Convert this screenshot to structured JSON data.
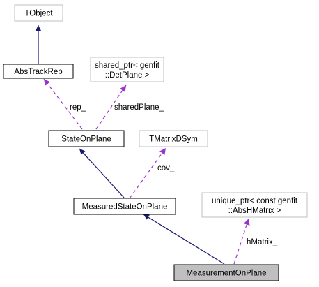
{
  "colors": {
    "inheritance": "#191970",
    "usage": "#9a32cd",
    "dark_border": "#000000",
    "gray_border": "#bfbfbf",
    "highlight_fill": "#bfbfbf"
  },
  "nodes": {
    "tobject": {
      "label": "TObject"
    },
    "abstrackrep": {
      "label": "AbsTrackRep"
    },
    "shared_ptr": {
      "line1": "shared_ptr< genfit",
      "line2": "::DetPlane >"
    },
    "stateonplane": {
      "label": "StateOnPlane"
    },
    "tmatrixdsym": {
      "label": "TMatrixDSym"
    },
    "measuredstate": {
      "label": "MeasuredStateOnPlane"
    },
    "unique_ptr": {
      "line1": "unique_ptr< const genfit",
      "line2": "::AbsHMatrix >"
    },
    "measurement": {
      "label": "MeasurementOnPlane"
    }
  },
  "edges": {
    "rep": "rep_",
    "sharedPlane": "sharedPlane_",
    "cov": "cov_",
    "hMatrix": "hMatrix_"
  }
}
